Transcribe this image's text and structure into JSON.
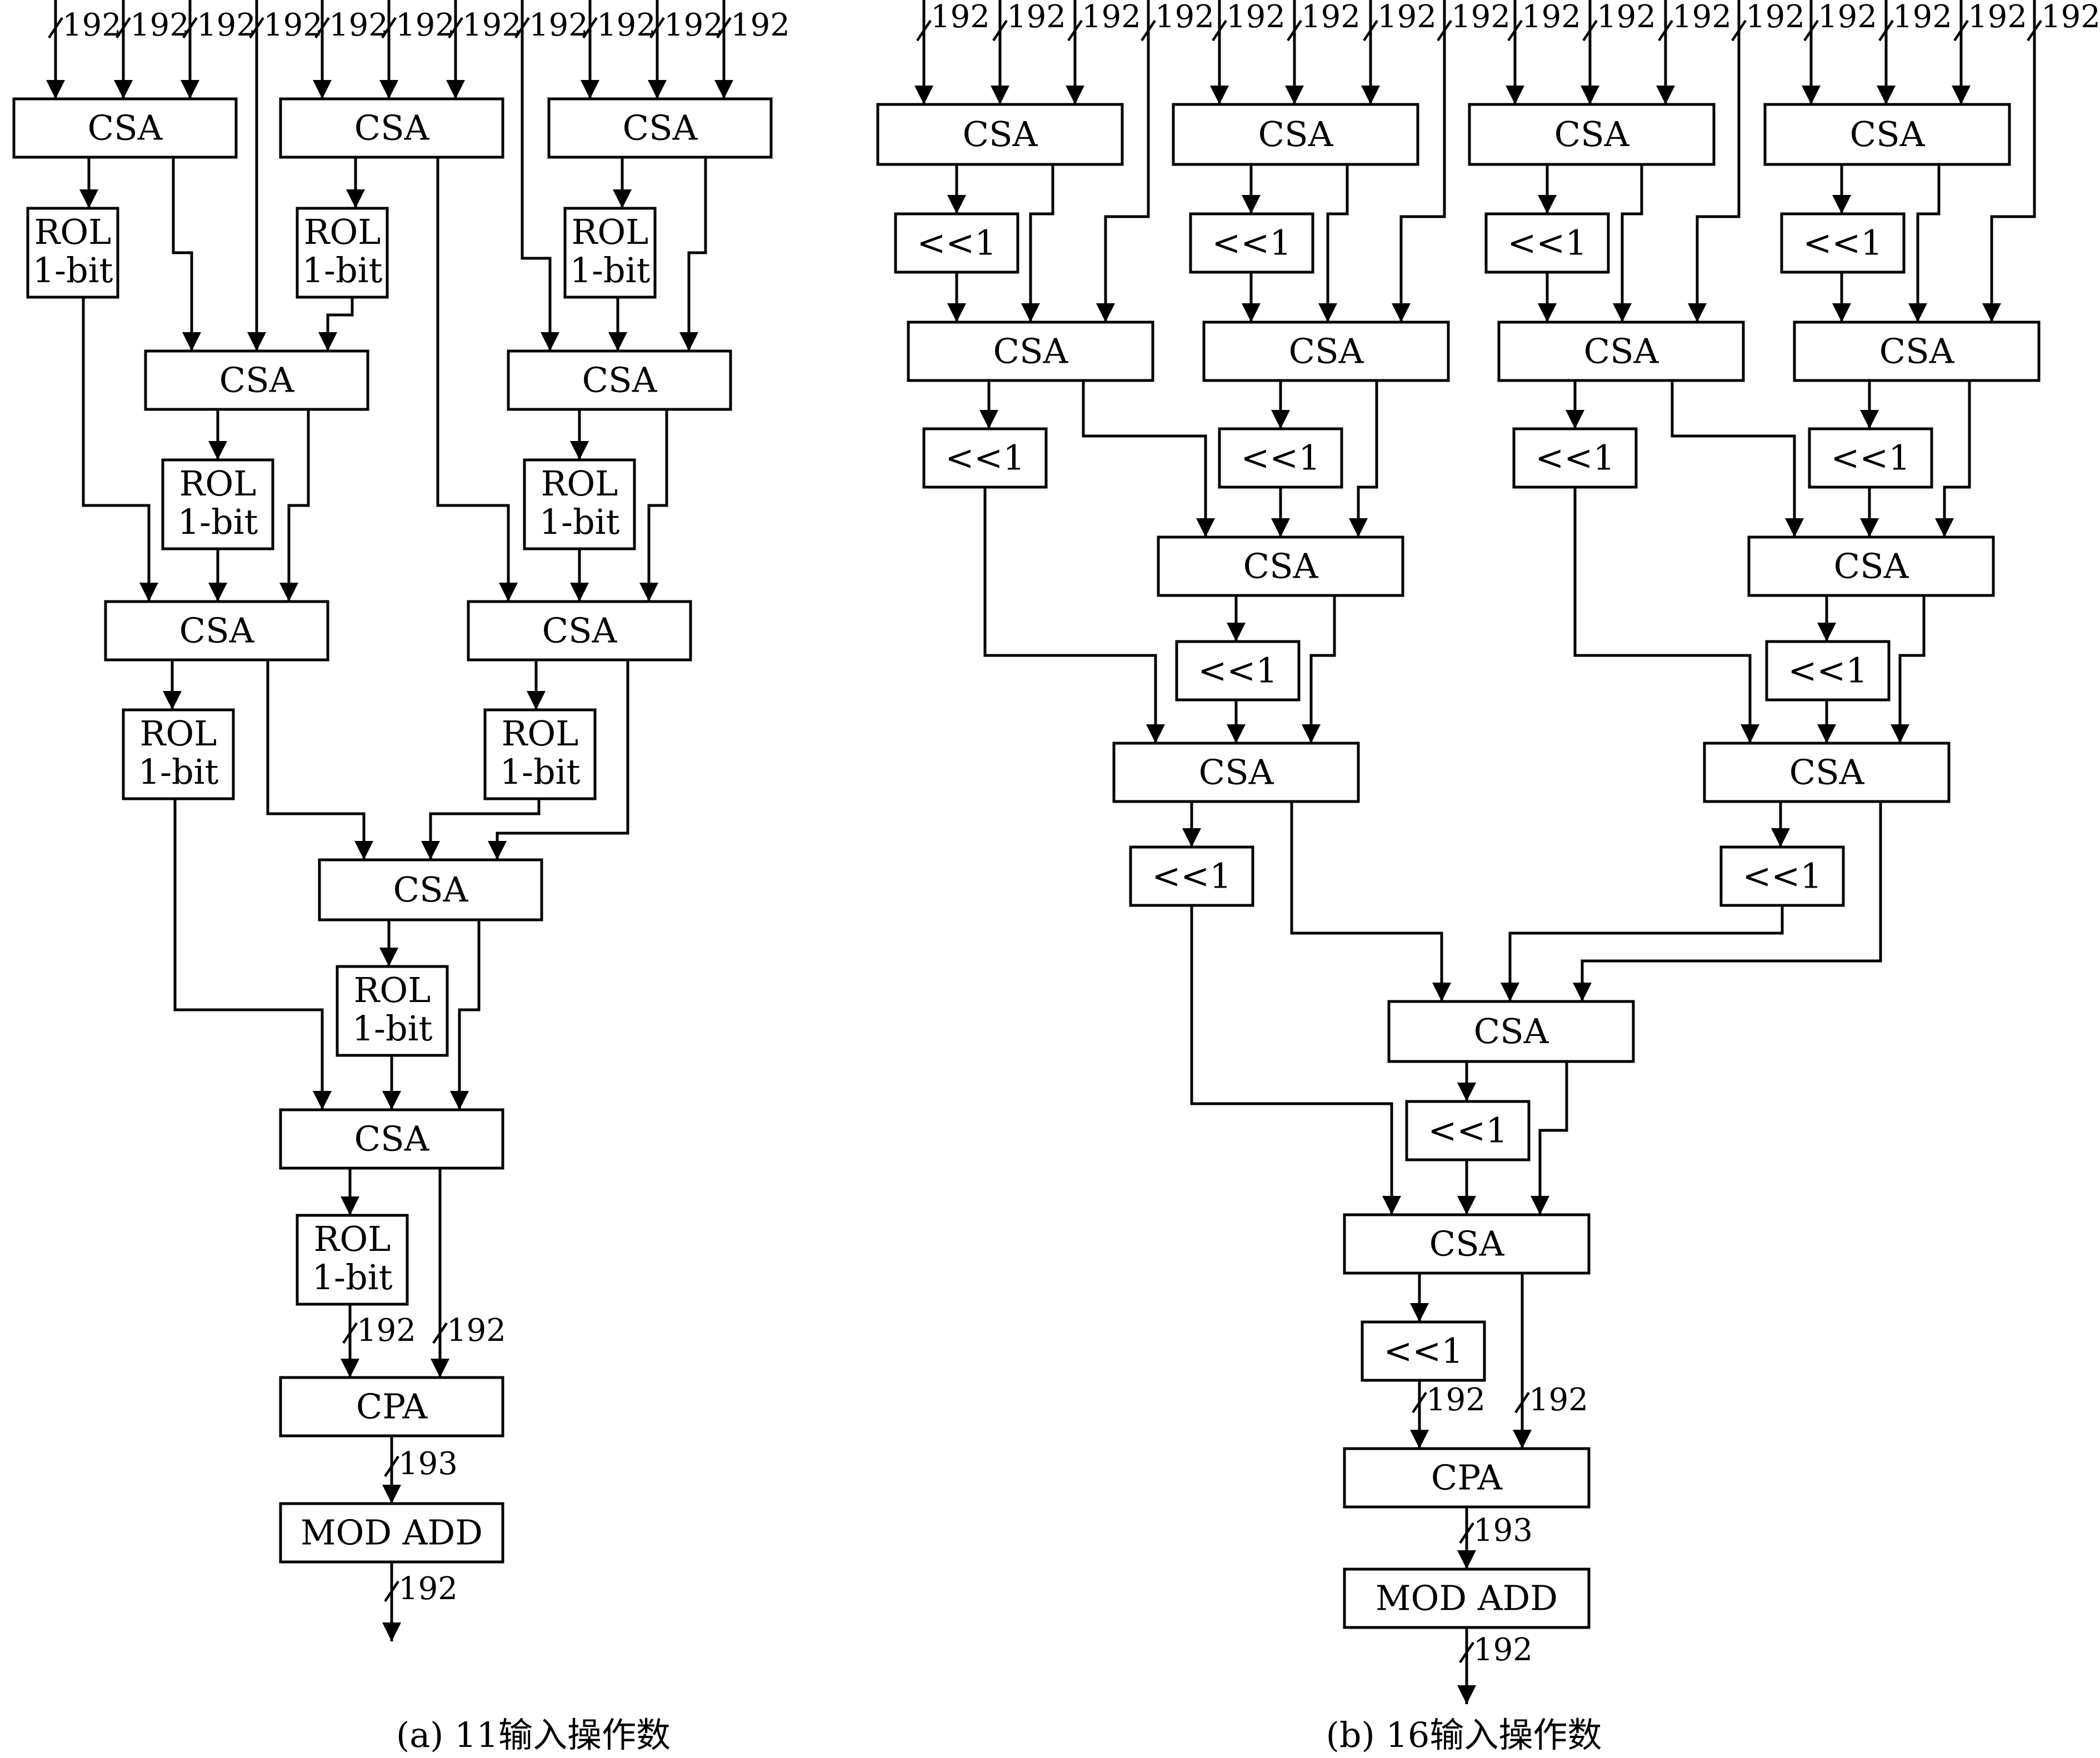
{
  "labels": {
    "csa": "CSA",
    "rol_line1": "ROL",
    "rol_line2": "1-bit",
    "shift": "<<1",
    "cpa": "CPA",
    "mod": "MOD ADD",
    "w192": "192",
    "w193": "193"
  },
  "captions": {
    "a": "(a) 11输入操作数",
    "b": "(b) 16输入操作数"
  },
  "colors": {
    "stroke": "#000000",
    "background": "#ffffff"
  }
}
